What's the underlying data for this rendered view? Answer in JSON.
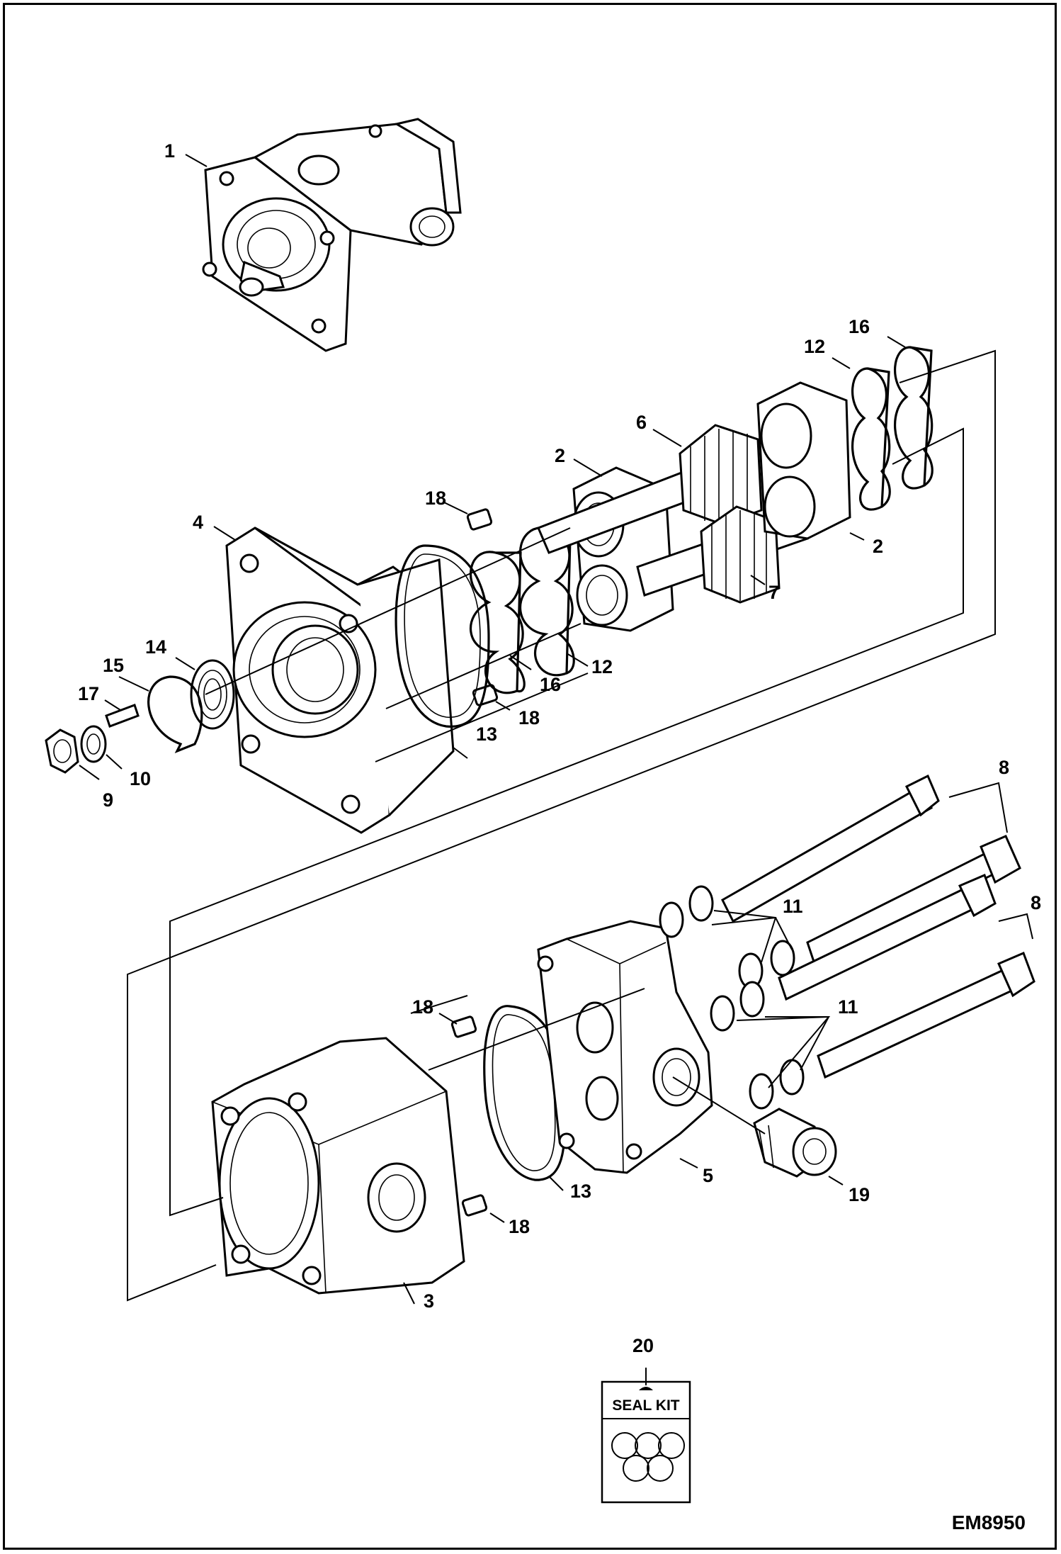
{
  "drawing_code": "EM8950",
  "seal_kit": {
    "text": "SEAL KIT"
  },
  "callouts": [
    {
      "id": "c1",
      "text": "1"
    },
    {
      "id": "c2a",
      "text": "2"
    },
    {
      "id": "c2b",
      "text": "2"
    },
    {
      "id": "c3",
      "text": "3"
    },
    {
      "id": "c4",
      "text": "4"
    },
    {
      "id": "c5",
      "text": "5"
    },
    {
      "id": "c6",
      "text": "6"
    },
    {
      "id": "c7",
      "text": "7"
    },
    {
      "id": "c8a",
      "text": "8"
    },
    {
      "id": "c8b",
      "text": "8"
    },
    {
      "id": "c9",
      "text": "9"
    },
    {
      "id": "c10",
      "text": "10"
    },
    {
      "id": "c11a",
      "text": "11"
    },
    {
      "id": "c11b",
      "text": "11"
    },
    {
      "id": "c12a",
      "text": "12"
    },
    {
      "id": "c12b",
      "text": "12"
    },
    {
      "id": "c13a",
      "text": "13"
    },
    {
      "id": "c13b",
      "text": "13"
    },
    {
      "id": "c14",
      "text": "14"
    },
    {
      "id": "c15",
      "text": "15"
    },
    {
      "id": "c16a",
      "text": "16"
    },
    {
      "id": "c16b",
      "text": "16"
    },
    {
      "id": "c17",
      "text": "17"
    },
    {
      "id": "c18a",
      "text": "18"
    },
    {
      "id": "c18b",
      "text": "18"
    },
    {
      "id": "c18c",
      "text": "18"
    },
    {
      "id": "c18d",
      "text": "18"
    },
    {
      "id": "c19",
      "text": "19"
    },
    {
      "id": "c20",
      "text": "20"
    }
  ]
}
